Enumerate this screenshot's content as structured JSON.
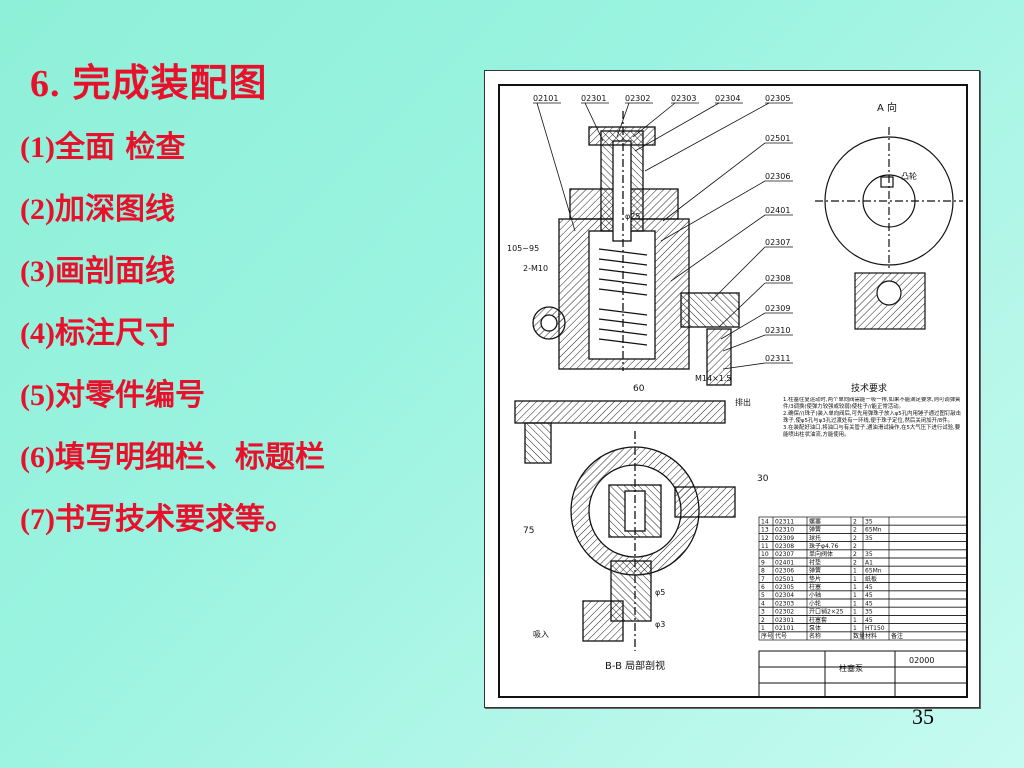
{
  "slide": {
    "number": "6.",
    "title": "完成装配图",
    "page_number": "35"
  },
  "steps": [
    {
      "idx": "(1)",
      "text": "全面 检查"
    },
    {
      "idx": "(2)",
      "text": "加深图线"
    },
    {
      "idx": "(3)",
      "text": "画剖面线"
    },
    {
      "idx": "(4)",
      "text": "标注尺寸"
    },
    {
      "idx": "(5)",
      "text": "对零件编号"
    },
    {
      "idx": "(6)",
      "text": "填写明细栏、标题栏"
    },
    {
      "idx": "(7)",
      "text": "书写技术要求等。"
    }
  ],
  "drawing": {
    "part_numbers": [
      "02101",
      "02301",
      "02302",
      "02303",
      "02304",
      "02305",
      "02501",
      "02306",
      "02401",
      "02307",
      "02308",
      "02309",
      "02310",
      "02311"
    ],
    "view_a_label": "A 向",
    "section_label": "B-B 局部剖视",
    "tech_title": "技术要求",
    "tech_notes": [
      "1.柱塞往复运动时,两个单向阀需能一吸一排,如果不能满足要求,则可调弹簧件/3调换(使弹力较强或较弱)使柱子//能正常活动。",
      "2.确保//(珠子)装入单向阀后,可先用弹珠子放入φ5孔内用锤子通过图钉敲击珠子,使φ5孔与φ3孔过渡处有一环线,便于珠子定位,然后关闭加开/8件。",
      "3.在装配好油口,将油口与有关管子,通油滑试操作,在5大气压下进行试验,要能喷出柱状油流,方能使用。"
    ],
    "dimensions": {
      "d60": "60",
      "d75": "75",
      "d30": "30",
      "d105": "105~95",
      "m10": "2-M10",
      "m14": "M14×1.5",
      "phi5": "φ5",
      "phi3": "φ3",
      "phi25": "φ25",
      "tap": "凸轮",
      "exhaust": "排出",
      "intake": "吸入"
    },
    "bom": [
      {
        "no": "14",
        "code": "02311",
        "name": "螺塞",
        "qty": "2",
        "mat": "35"
      },
      {
        "no": "13",
        "code": "02310",
        "name": "弹簧",
        "qty": "2",
        "mat": "65Mn"
      },
      {
        "no": "12",
        "code": "02309",
        "name": "球托",
        "qty": "2",
        "mat": "35"
      },
      {
        "no": "11",
        "code": "02308",
        "name": "珠子φ4.76",
        "qty": "2",
        "mat": ""
      },
      {
        "no": "10",
        "code": "02307",
        "name": "单向阀体",
        "qty": "2",
        "mat": "35"
      },
      {
        "no": "9",
        "code": "02401",
        "name": "衬垫",
        "qty": "2",
        "mat": "A1"
      },
      {
        "no": "8",
        "code": "02306",
        "name": "弹簧",
        "qty": "1",
        "mat": "65Mn"
      },
      {
        "no": "7",
        "code": "02501",
        "name": "垫片",
        "qty": "1",
        "mat": "纸板"
      },
      {
        "no": "6",
        "code": "02305",
        "name": "柱塞",
        "qty": "1",
        "mat": "45"
      },
      {
        "no": "5",
        "code": "02304",
        "name": "小轴",
        "qty": "1",
        "mat": "45"
      },
      {
        "no": "4",
        "code": "02303",
        "name": "小轮",
        "qty": "1",
        "mat": "45"
      },
      {
        "no": "3",
        "code": "02302",
        "name": "开口销2×25",
        "qty": "1",
        "mat": "35"
      },
      {
        "no": "2",
        "code": "02301",
        "name": "柱塞套",
        "qty": "1",
        "mat": "45"
      },
      {
        "no": "1",
        "code": "02101",
        "name": "泵体",
        "qty": "1",
        "mat": "HT150"
      }
    ],
    "bom_headers": [
      "序号",
      "代号",
      "名称",
      "数量",
      "材料",
      "备注"
    ],
    "title_block": {
      "name": "柱塞泵",
      "drawing_no": "02000"
    }
  }
}
